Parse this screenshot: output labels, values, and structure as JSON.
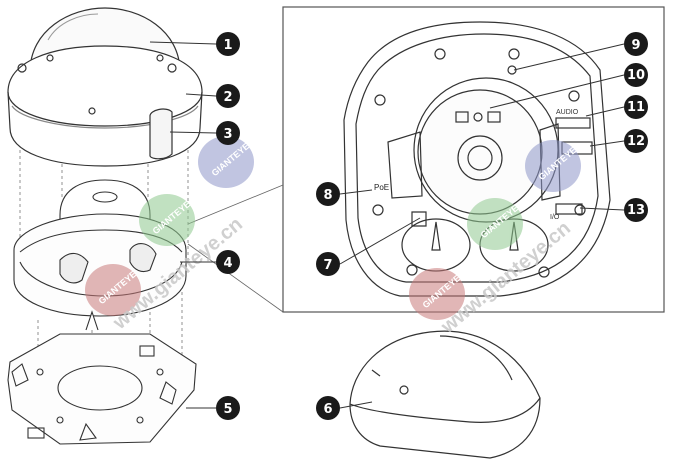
{
  "callouts": [
    {
      "id": "1",
      "label": "1"
    },
    {
      "id": "2",
      "label": "2"
    },
    {
      "id": "3",
      "label": "3"
    },
    {
      "id": "4",
      "label": "4"
    },
    {
      "id": "5",
      "label": "5"
    },
    {
      "id": "6",
      "label": "6"
    },
    {
      "id": "7",
      "label": "7"
    },
    {
      "id": "8",
      "label": "8"
    },
    {
      "id": "9",
      "label": "9"
    },
    {
      "id": "10",
      "label": "10"
    },
    {
      "id": "11",
      "label": "11"
    },
    {
      "id": "12",
      "label": "12"
    },
    {
      "id": "13",
      "label": "13"
    }
  ],
  "inset_labels": {
    "poe": "PoE",
    "audio": "AUDIO",
    "io": "I/O"
  },
  "watermark": {
    "url": "www.gianteye.cn",
    "badge": "GIANTEYE",
    "colors": {
      "green": "#8fc98f",
      "red": "#c97a7a",
      "blue": "#8f97c9"
    }
  },
  "colors": {
    "line": "#333333",
    "badge": "#1a1a1a",
    "box": "#555555"
  }
}
